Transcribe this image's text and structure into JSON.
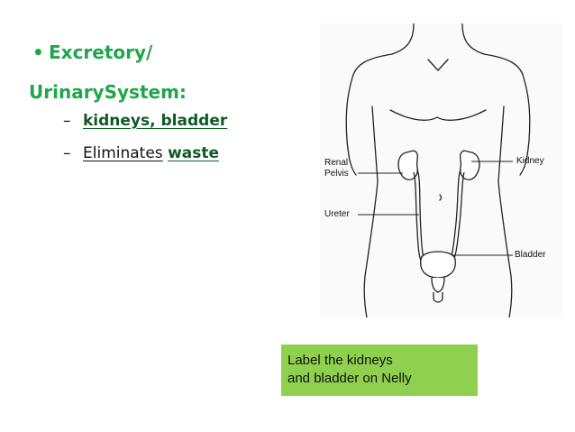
{
  "slide": {
    "bullet": {
      "symbol": "•",
      "line1": "Excretory/",
      "line2": "UrinarySystem:"
    },
    "sub1": {
      "dash": "–",
      "text": "kidneys, bladder"
    },
    "sub2": {
      "dash": "–",
      "text_plain": "Eliminates",
      "text_bold": "waste"
    }
  },
  "figure": {
    "labels": {
      "renal_line1": "Renal",
      "renal_line2": "Pelvis",
      "ureter": "Ureter",
      "kidney": "Kidney",
      "bladder": "Bladder"
    }
  },
  "note": {
    "line1": "Label the kidneys",
    "line2": "and bladder on Nelly"
  }
}
